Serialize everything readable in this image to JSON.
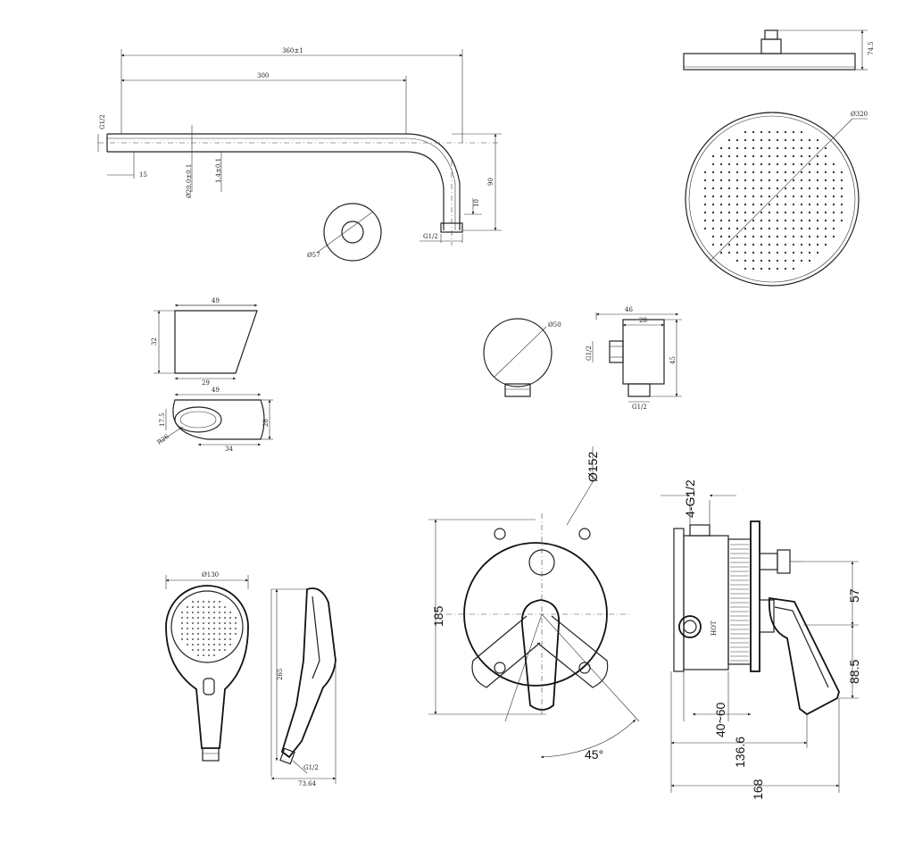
{
  "arm": {
    "total_length": "360±1",
    "length": "300",
    "thread_left": "G1/2",
    "offset": "15",
    "pipe_dia": "Ø20.0±0.1",
    "wall": "1.4±0.1",
    "drop": "90",
    "end_len": "10",
    "thread_out": "G1/2",
    "flange_dia": "Ø57"
  },
  "showerhead": {
    "height": "74.5",
    "diameter": "Ø320"
  },
  "holder": {
    "width_top": "49",
    "height": "32",
    "width_bottom": "29",
    "width_plan": "49",
    "slot": "17.5",
    "radius": "R26",
    "depth": "34",
    "height_plan": "28"
  },
  "outlet": {
    "diameter": "Ø50",
    "width": "46",
    "depth": "28",
    "height": "45",
    "thread_side": "G1/2",
    "thread_bottom": "G1/2"
  },
  "valve": {
    "plate_dia": "Ø152",
    "plate_height": "185",
    "angle": "45°",
    "inlets": "4-G1/2",
    "hot_label": "HOT",
    "dim_57": "57",
    "dim_88": "88.5",
    "dim_40": "40~60",
    "dim_136": "136.6",
    "dim_168": "168"
  },
  "handshower": {
    "head_dia": "Ø130",
    "length": "265",
    "thread": "G1/2",
    "width": "73.64"
  }
}
